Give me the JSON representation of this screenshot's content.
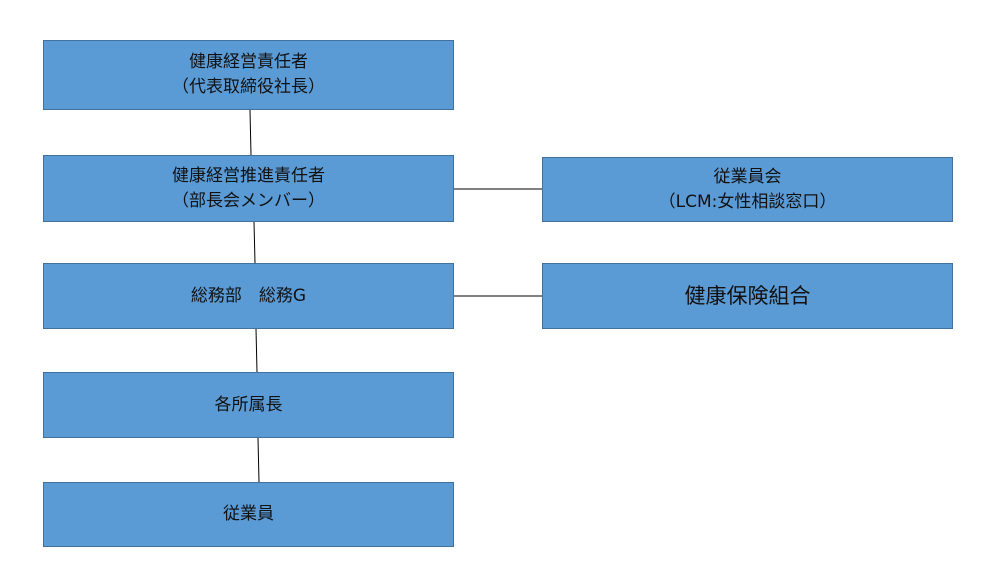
{
  "org_chart": {
    "ceo": {
      "title": "健康経営責任者",
      "subtitle": "（代表取締役社長）"
    },
    "promotion": {
      "title": "健康経営推進責任者",
      "subtitle": "（部長会メンバー）"
    },
    "general_affairs": {
      "title": "総務部　総務G"
    },
    "managers": {
      "title": "各所属長"
    },
    "employees": {
      "title": "従業員"
    },
    "employee_council": {
      "title": "従業員会",
      "subtitle": "（LCM:女性相談窓口）"
    },
    "health_insurance": {
      "title": "健康保険組合"
    }
  },
  "colors": {
    "box_fill": "#5b9bd5",
    "box_border": "#41719c",
    "connector": "#000000",
    "text": "#111111"
  }
}
